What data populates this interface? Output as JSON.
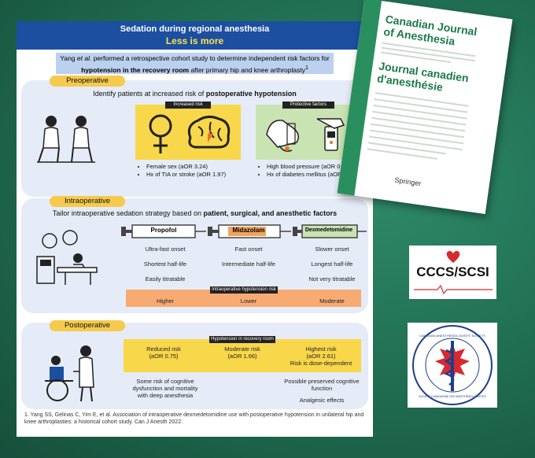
{
  "poster": {
    "title": "Sedation during regional anesthesia",
    "subtitle": "Less is more",
    "intro_line1_pre": "Yang ",
    "intro_etal": "et al.",
    "intro_line1_post": " performed a retrospective cohort study to determine independent risk factors for",
    "intro_line2_bold": "hypotension in the recovery room",
    "intro_line2_post": " after primary hip and knee arthroplasty",
    "intro_sup": "1"
  },
  "preoperative": {
    "tab": "Preoperative",
    "heading_pre": "Identify patients at increased risk of ",
    "heading_bold": "postoperative hypotension",
    "increased_label": "Increased risk",
    "protective_label": "Protective factors",
    "increased_items": [
      "Female sex (aOR 3.24)",
      "Hx of TIA or stroke (aOR 1.97)"
    ],
    "protective_items": [
      "High blood pressure (aOR 0.98)",
      "Hx of diabetes mellitus (aOR 0.63)"
    ]
  },
  "intraoperative": {
    "tab": "Intraoperative",
    "heading_pre": "Tailor intraoperative sedation strategy based on ",
    "heading_bold": "patient, surgical, and anesthetic factors",
    "drugs": [
      {
        "name": "Propofol",
        "onset": "Ultra-fast onset",
        "half_life": "Shortest half-life",
        "titration": "Easily titratable",
        "risk": "Higher",
        "color": "#ffffff"
      },
      {
        "name": "Midazolam",
        "onset": "Fast onset",
        "half_life": "Intermediate half-life",
        "titration": "",
        "risk": "Lower",
        "color": "#f2a35f"
      },
      {
        "name": "Dexmedetomidine",
        "onset": "Slower onset",
        "half_life": "Longest half-life",
        "titration": "Not very titratable",
        "risk": "Moderate",
        "color": "#c9e3b2"
      }
    ],
    "risk_label": "Intraoperative hypotension risk"
  },
  "postoperative": {
    "tab": "Postoperative",
    "risk_label": "Hypotension in recovery room",
    "cols": [
      {
        "line1": "Reduced risk",
        "line2": "(aOR 0.75)",
        "line3": ""
      },
      {
        "line1": "Moderate risk",
        "line2": "(aOR 1.66)",
        "line3": ""
      },
      {
        "line1": "Highest risk",
        "line2": "(aOR 2.61)",
        "line3": "Risk is dose-dependent"
      }
    ],
    "note_left": "Some risk of cognitive dysfunction and mortality with deep anesthesia",
    "note_right1": "Possible preserved cognitive function",
    "note_right2": "Analgesic effects"
  },
  "reference": {
    "num": "1.",
    "text": "Yang SS, Gelinas C, Yim E, et al. Association of intraoperative dexmedetomidine use with postoperative hypotension in unilateral hip and knee arthroplasties: a historical cohort study. Can J Anesth 2022."
  },
  "journal": {
    "title_en_1": "Canadian Journal",
    "title_en_2": "of Anesthesia",
    "title_fr_1": "Journal canadien",
    "title_fr_2": "d'anesthésie",
    "publisher": "Springer"
  },
  "logos": {
    "cccs": "CCCS/SCSI",
    "cas_top": "CANADIAN ANESTHESIOLOGISTS' SOCIETY",
    "cas_bottom": "SOCIÉTÉ CANADIENNE DES ANESTHÉSIOLOGISTES"
  },
  "colors": {
    "title_blue": "#1c4fa0",
    "accent_yellow": "#f9d74a",
    "protective_green": "#c9e3b2",
    "risk_orange": "#f7ab72",
    "background_green": "#1f6b50"
  }
}
